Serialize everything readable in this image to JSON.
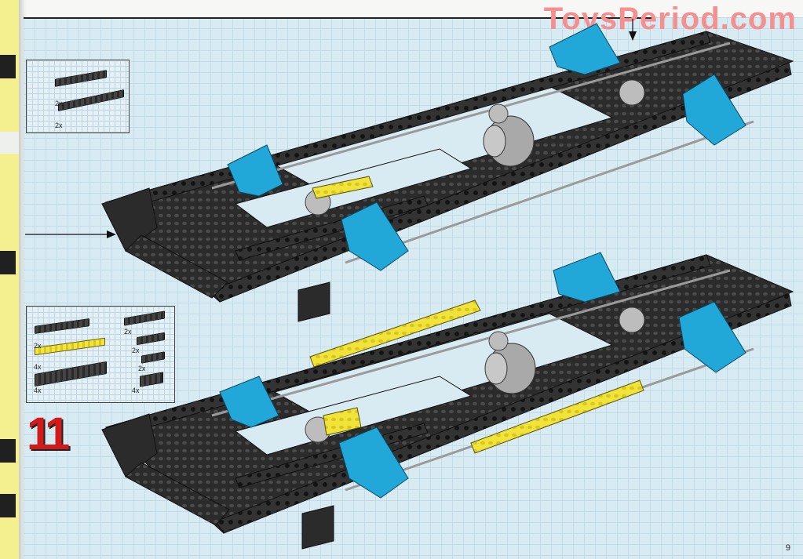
{
  "watermark": "ToysPeriod.com",
  "step": {
    "number": "11"
  },
  "parts_box_1": {
    "quantities": [
      "2x",
      "2x"
    ]
  },
  "parts_box_2": {
    "left_quantities": [
      "2x",
      "4x",
      "4x"
    ],
    "right_quantities": [
      "2x",
      "2x",
      "2x",
      "4x"
    ]
  },
  "page_number": "9",
  "colors": {
    "chassis": "#2b2b2b",
    "studs": "#3c3c3c",
    "bracket": "#22a8d8",
    "highlight": "#f2e33a",
    "gear": "#b8b8b8",
    "grid": "#d8ebf2",
    "step_number": "#d11a1a"
  }
}
